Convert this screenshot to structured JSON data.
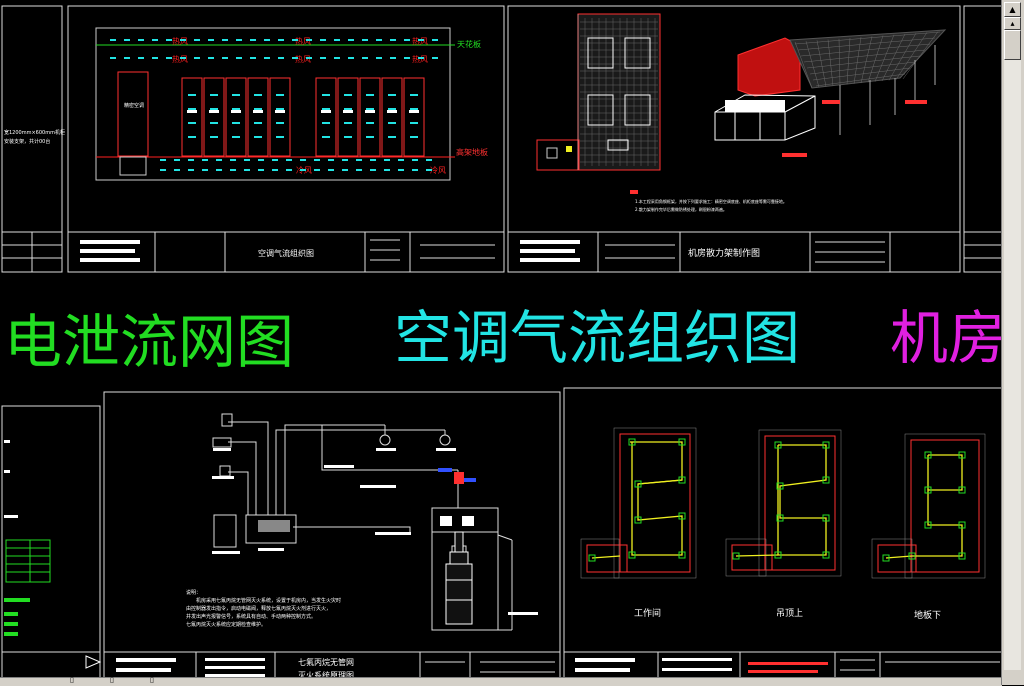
{
  "banner": {
    "left": "电泄流网图",
    "center": "空调气流组织图",
    "right": "机房"
  },
  "sheets": {
    "airflow_title": "空调气流组织图",
    "rack_title": "机房散力架制作图",
    "gas_title_1": "七氟丙烷无管网",
    "gas_title_2": "灭火系统原理图"
  },
  "airflow_labels": {
    "hot_air": "热风",
    "cold_air": "冷风",
    "ceiling": "天花板",
    "raised_floor": "高架地板",
    "ac_unit": "精密空调"
  },
  "plan_labels": {
    "work_room": "工作间",
    "ceiling_top": "吊顶上",
    "under_floor": "地板下"
  },
  "colors": {
    "green": "#22dd22",
    "cyan": "#22e4e4",
    "magenta": "#e020e0",
    "red": "#ff2020",
    "yellow": "#f0f020",
    "white": "#ffffff",
    "frame": "#e0e0e0"
  }
}
